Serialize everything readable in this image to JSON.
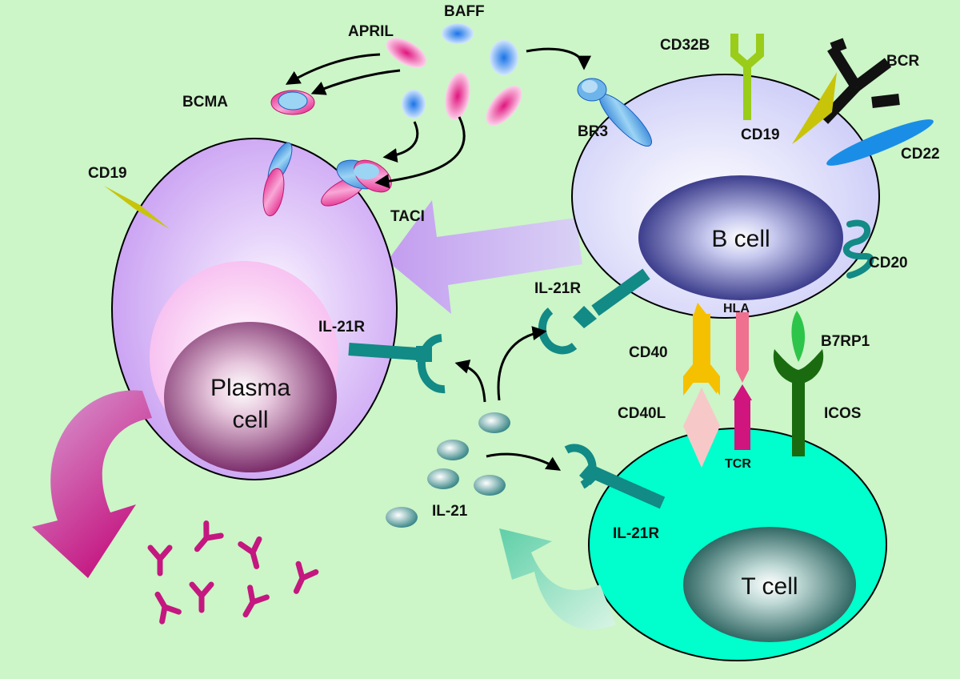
{
  "cells": {
    "plasma": [
      "Plasma",
      "cell"
    ],
    "b_cell": "B cell",
    "t_cell": "T cell"
  },
  "labels": {
    "april": "APRIL",
    "baff": "BAFF",
    "bcma": "BCMA",
    "taci": "TACI",
    "br3": "BR3",
    "cd32b": "CD32B",
    "bcr": "BCR",
    "cd19_b": "CD19",
    "cd22": "CD22",
    "cd20": "CD20",
    "cd19_p": "CD19",
    "il21r_p": "IL-21R",
    "il21r_b": "IL-21R",
    "il21r_t": "IL-21R",
    "il21": "IL-21",
    "cd40": "CD40",
    "cd40l": "CD40L",
    "hla": "HLA",
    "tcr": "TCR",
    "b7rp1": "B7RP1",
    "icos": "ICOS"
  },
  "colors": {
    "background": "#ccf5c8",
    "plasma_cell": "#c79cf2",
    "plasma_nucleus": "#7a1f66",
    "b_cell": "#d4d4fa",
    "b_nucleus": "#2c2f8a",
    "t_cell": "#00ffcc",
    "t_nucleus": "#1f5f5a",
    "antibody": "#c4177f",
    "il21r": "#128a86",
    "cd40": "#f5c000",
    "cd40l": "#f7c8c8",
    "hla": "#f07090",
    "tcr": "#d0157e",
    "icos": "#1a6b10",
    "b7rp1": "#2dc44a",
    "cd19": "#c8c40a",
    "cd32b": "#9acc1a",
    "bcr": "#111111",
    "cd22": "#1a8ee6"
  }
}
